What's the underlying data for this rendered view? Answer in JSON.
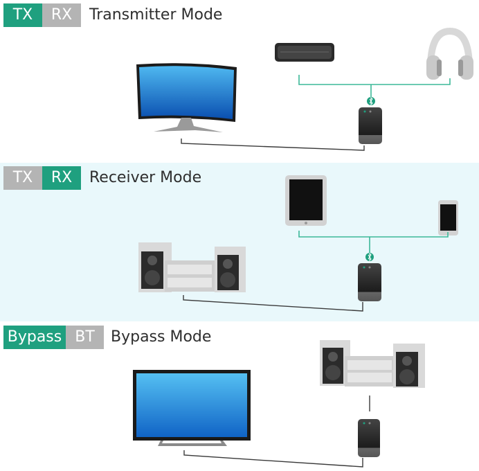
{
  "colors": {
    "active": "#1fa07f",
    "inactive": "#b4b4b4",
    "wire": "#3a3a3a",
    "bt_wire": "#3bb898"
  },
  "transmitter": {
    "tag_left": "TX",
    "tag_right": "RX",
    "title": "Transmitter Mode",
    "active_tag": "left"
  },
  "receiver": {
    "tag_left": "TX",
    "tag_right": "RX",
    "title": "Receiver Mode",
    "active_tag": "right"
  },
  "bypass": {
    "tag_left": "Bypass",
    "tag_right": "BT",
    "title": "Bypass Mode",
    "active_tag": "left"
  },
  "icons": [
    "curved-monitor-icon",
    "soundbar-icon",
    "headphones-icon",
    "bluetooth-icon",
    "adapter-device-icon",
    "tablet-icon",
    "smartphone-icon",
    "stereo-system-icon",
    "flat-tv-icon"
  ]
}
